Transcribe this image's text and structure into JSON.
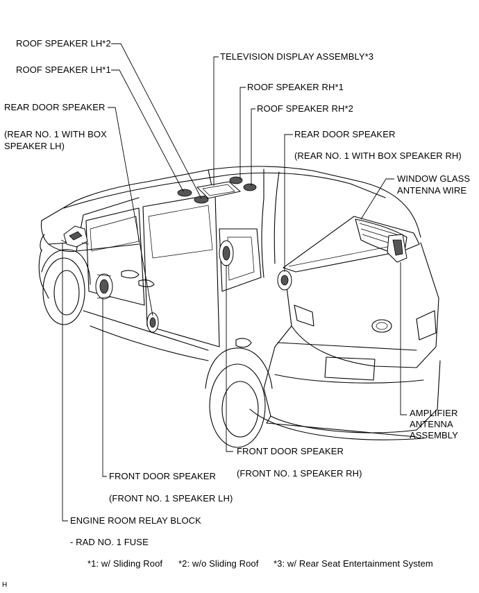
{
  "labels": {
    "roof_speaker_lh_2": "ROOF SPEAKER LH*2",
    "roof_speaker_lh_1": "ROOF SPEAKER LH*1",
    "rear_door_speaker_left": "REAR DOOR SPEAKER",
    "rear_no1_with_box_lh_line1": "(REAR NO. 1 WITH BOX",
    "rear_no1_with_box_lh_line2": "SPEAKER LH)",
    "television_display": "TELEVISION DISPLAY ASSEMBLY*3",
    "roof_speaker_rh_1": "ROOF SPEAKER RH*1",
    "roof_speaker_rh_2": "ROOF SPEAKER RH*2",
    "rear_door_speaker_right": "REAR DOOR SPEAKER",
    "rear_no1_with_box_rh": "(REAR NO. 1 WITH BOX SPEAKER RH)",
    "window_glass_antenna_line1": "WINDOW GLASS",
    "window_glass_antenna_line2": "ANTENNA WIRE",
    "amplifier_line1": "AMPLIFIER",
    "amplifier_line2": "ANTENNA",
    "amplifier_line3": "ASSEMBLY",
    "front_door_speaker_right": "FRONT DOOR SPEAKER",
    "front_no1_speaker_rh": "(FRONT NO. 1 SPEAKER RH)",
    "front_door_speaker_left": "FRONT DOOR SPEAKER",
    "front_no1_speaker_lh": "(FRONT NO. 1 SPEAKER LH)",
    "engine_room_relay_block": "ENGINE ROOM RELAY BLOCK",
    "rad_no1_fuse": "- RAD NO. 1 FUSE"
  },
  "footnotes": {
    "note1": "*1: w/ Sliding Roof",
    "note2": "*2: w/o Sliding Roof",
    "note3": "*3: w/ Rear Seat Entertainment System"
  },
  "corner_mark": "H"
}
